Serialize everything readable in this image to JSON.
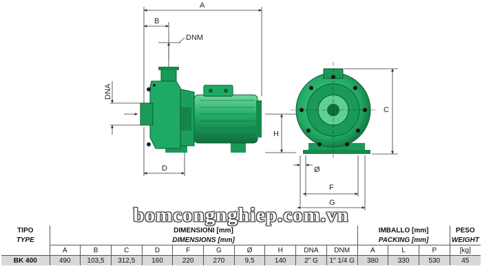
{
  "drawing": {
    "labels": {
      "A": "A",
      "B": "B",
      "DNM": "DNM",
      "DNA": "DNA",
      "D": "D",
      "H": "H",
      "C": "C",
      "O": "Ø",
      "F": "F",
      "G": "G"
    },
    "colors": {
      "pump": "#1faa63",
      "pump_dark": "#0f6f3c",
      "pump_light": "#5fd08f",
      "lines": "#333333"
    }
  },
  "watermark": "bomcongnghiep.com.vn",
  "table": {
    "tipo": "TIPO",
    "type": "TYPE",
    "dimensioni": "DIMENSIONI [mm]",
    "dimensions": "DIMENSIONS [mm]",
    "imballo": "IMBALLO [mm]",
    "packing": "PACKING [mm]",
    "peso": "PESO",
    "weight": "WEIGHT",
    "columns": [
      "A",
      "B",
      "C",
      "D",
      "F",
      "G",
      "Ø",
      "H",
      "DNA",
      "DNM",
      "A",
      "L",
      "P",
      "[kg]"
    ],
    "row": {
      "model": "BK 400",
      "values": [
        "490",
        "103,5",
        "312,5",
        "160",
        "220",
        "270",
        "9,5",
        "140",
        "2\" G",
        "1\" 1/4 G",
        "380",
        "330",
        "530",
        "45"
      ]
    }
  }
}
